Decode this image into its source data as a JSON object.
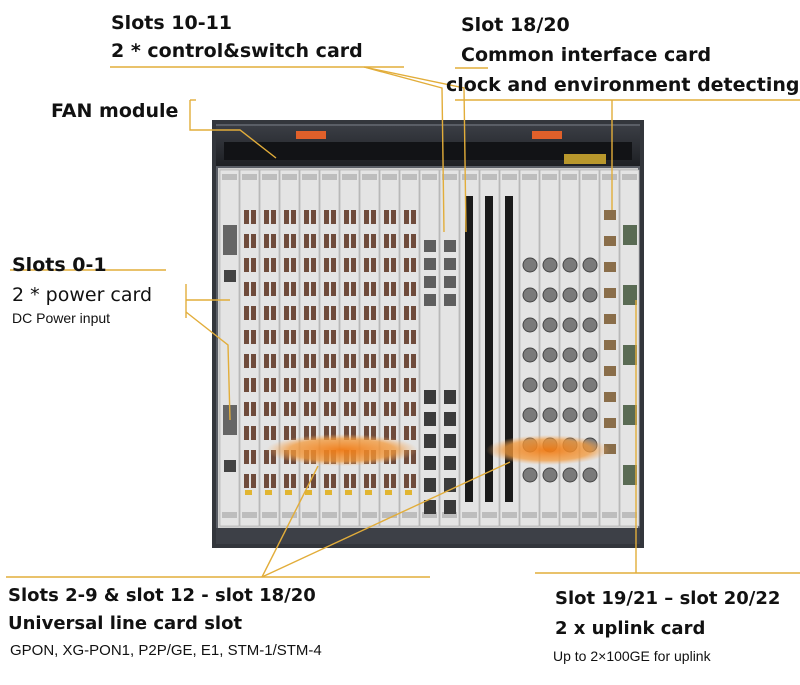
{
  "callouts": {
    "control_switch": {
      "title": "Slots 10-11",
      "subtitle": "2 * control&switch card"
    },
    "common_interface": {
      "title": "Slot 18/20",
      "subtitle": "Common interface card",
      "detail": "clock and environment detecting"
    },
    "fan": {
      "title": "FAN module"
    },
    "power": {
      "title": "Slots 0-1",
      "subtitle": "2 * power card",
      "detail": "DC Power input"
    },
    "line_card": {
      "title": "Slots 2-9 & slot 12 - slot 18/20",
      "subtitle": "Universal line card slot",
      "detail": "GPON, XG-PON1, P2P/GE, E1, STM-1/STM-4"
    },
    "uplink": {
      "title": "Slot 19/21 – slot 20/22",
      "subtitle": "2 x uplink card",
      "detail": "Up to 2×100GE for uplink"
    }
  },
  "colors": {
    "leader_line": "#e2ad3a",
    "highlight": "#ef8a23",
    "chassis_frame": "#2d2f34",
    "card_face": "#e6e6e6"
  }
}
